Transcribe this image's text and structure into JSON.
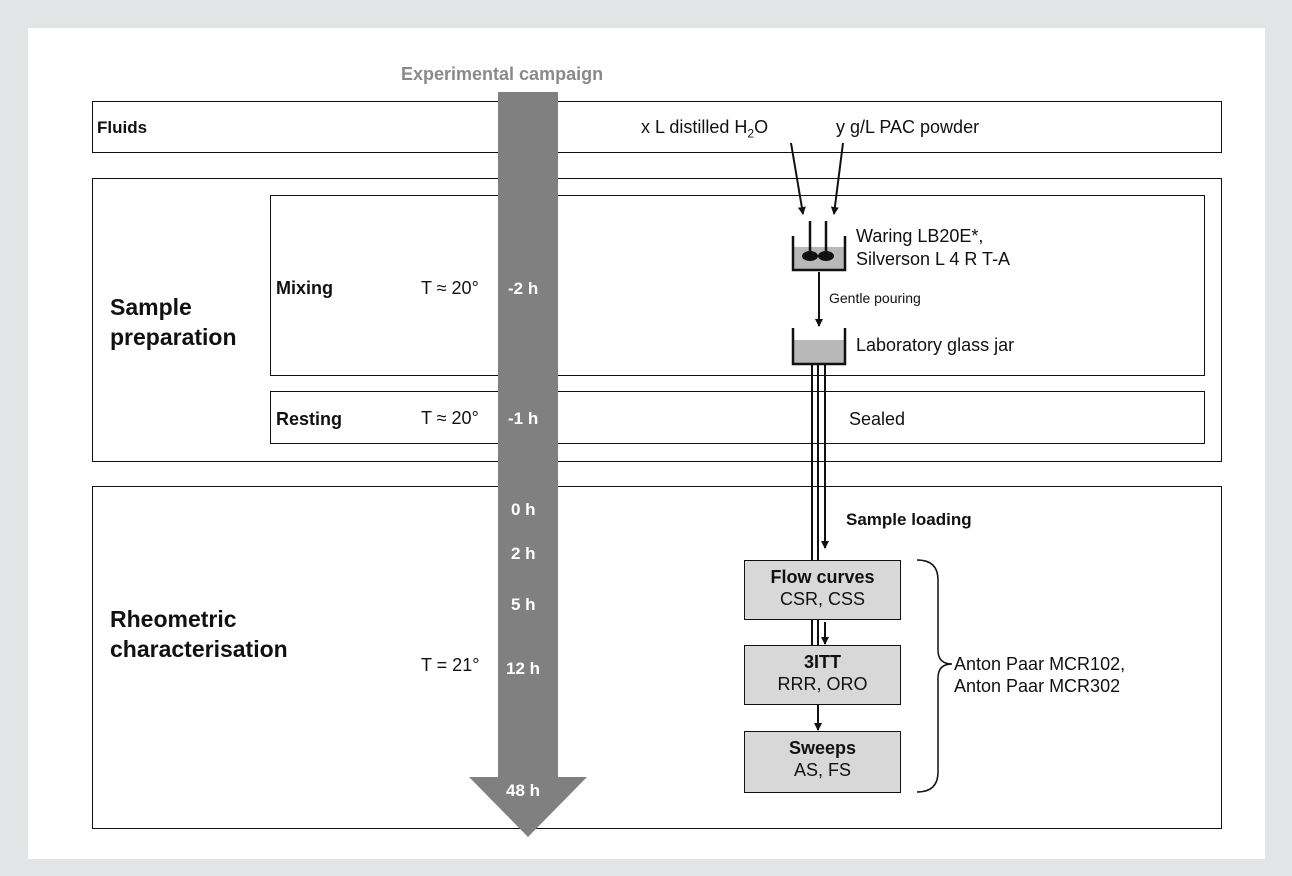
{
  "campaign_title": "Experimental campaign",
  "fluids": {
    "label": "Fluids",
    "water_prefix": "x L distilled H",
    "water_sub": "2",
    "water_suffix": "O",
    "powder": "y g/L PAC powder"
  },
  "sample_preparation": {
    "label_line1": "Sample",
    "label_line2": "preparation",
    "mixing": {
      "label": "Mixing",
      "temp": "T ≈ 20°",
      "time": "-2 h",
      "mixer_line1": "Waring LB20E*,",
      "mixer_line2": "Silverson L 4 R T-A",
      "pour": "Gentle pouring",
      "jar": "Laboratory glass jar"
    },
    "resting": {
      "label": "Resting",
      "temp": "T ≈ 20°",
      "time": "-1 h",
      "state": "Sealed"
    }
  },
  "rheometric": {
    "label_line1": "Rheometric",
    "label_line2": "characterisation",
    "temp": "T = 21°",
    "times": [
      "0 h",
      "2 h",
      "5 h",
      "12 h",
      "48 h"
    ],
    "loading": "Sample loading",
    "tests": [
      {
        "title": "Flow curves",
        "sub": "CSR, CSS"
      },
      {
        "title": "3ITT",
        "sub": "RRR, ORO"
      },
      {
        "title": "Sweeps",
        "sub": "AS, FS"
      }
    ],
    "instrument_line1": "Anton Paar MCR102,",
    "instrument_line2": "Anton Paar MCR302"
  }
}
